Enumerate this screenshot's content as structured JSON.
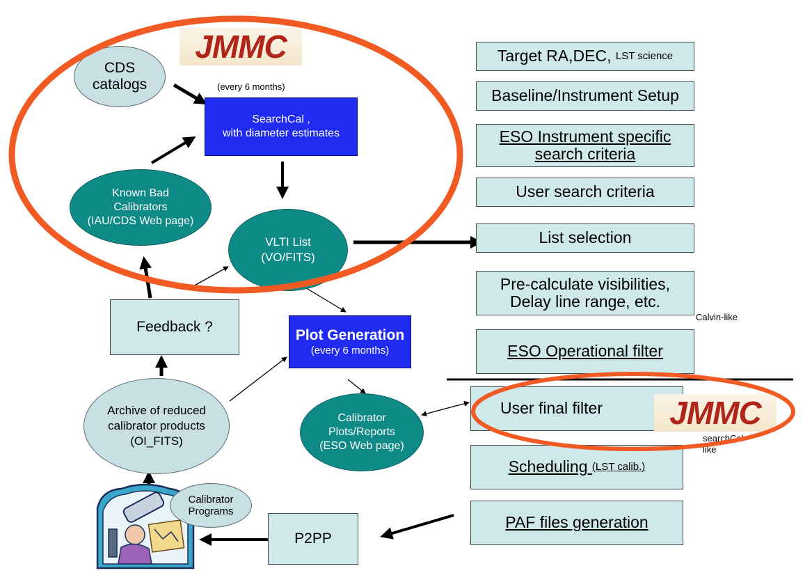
{
  "logos": {
    "top": "JMMC",
    "bottom": "JMMC"
  },
  "notes": {
    "every6": "(every 6 months)",
    "calvin": "Calvin-like",
    "searchcal_like": "searchCal-\nlike"
  },
  "nodes": {
    "cds": "CDS\ncatalogs",
    "searchcal": "SearchCal ,\nwith diameter estimates",
    "known_bad": "Known Bad\nCalibrators\n(IAU/CDS Web page)",
    "vlti": "VLTI List\n(VO/FITS)",
    "feedback": "Feedback ?",
    "plot_title": "Plot Generation",
    "plot_sub": "(every 6 months)",
    "archive": "Archive of reduced\ncalibrator products\n(OI_FITS)",
    "cal_plots": "Calibrator\nPlots/Reports\n(ESO Web page)",
    "cal_programs": "Calibrator\nPrograms",
    "p2pp": "P2PP"
  },
  "pipeline": {
    "target_main": "Target RA,DEC, ",
    "target_small": "LST science",
    "baseline": "Baseline/Instrument Setup",
    "eso_instr": "ESO Instrument specific\nsearch criteria",
    "user_search": "User search criteria",
    "list_selection": "List selection",
    "precalc": "Pre-calculate visibilities,\nDelay line range, etc.",
    "eso_oper": "ESO Operational filter",
    "user_final": "User final filter",
    "sched_main": "Scheduling ",
    "sched_small": "(LST calib.)",
    "paf": "PAF files generation"
  },
  "colors": {
    "highlight_ring": "#f15a22",
    "teal": "#0e8a87",
    "light_teal": "#c8e0e3",
    "box_fill": "#cfe8ea",
    "blue_box": "#1f2bf0"
  },
  "icons": {
    "telescope": "telescope-observer-illustration"
  }
}
